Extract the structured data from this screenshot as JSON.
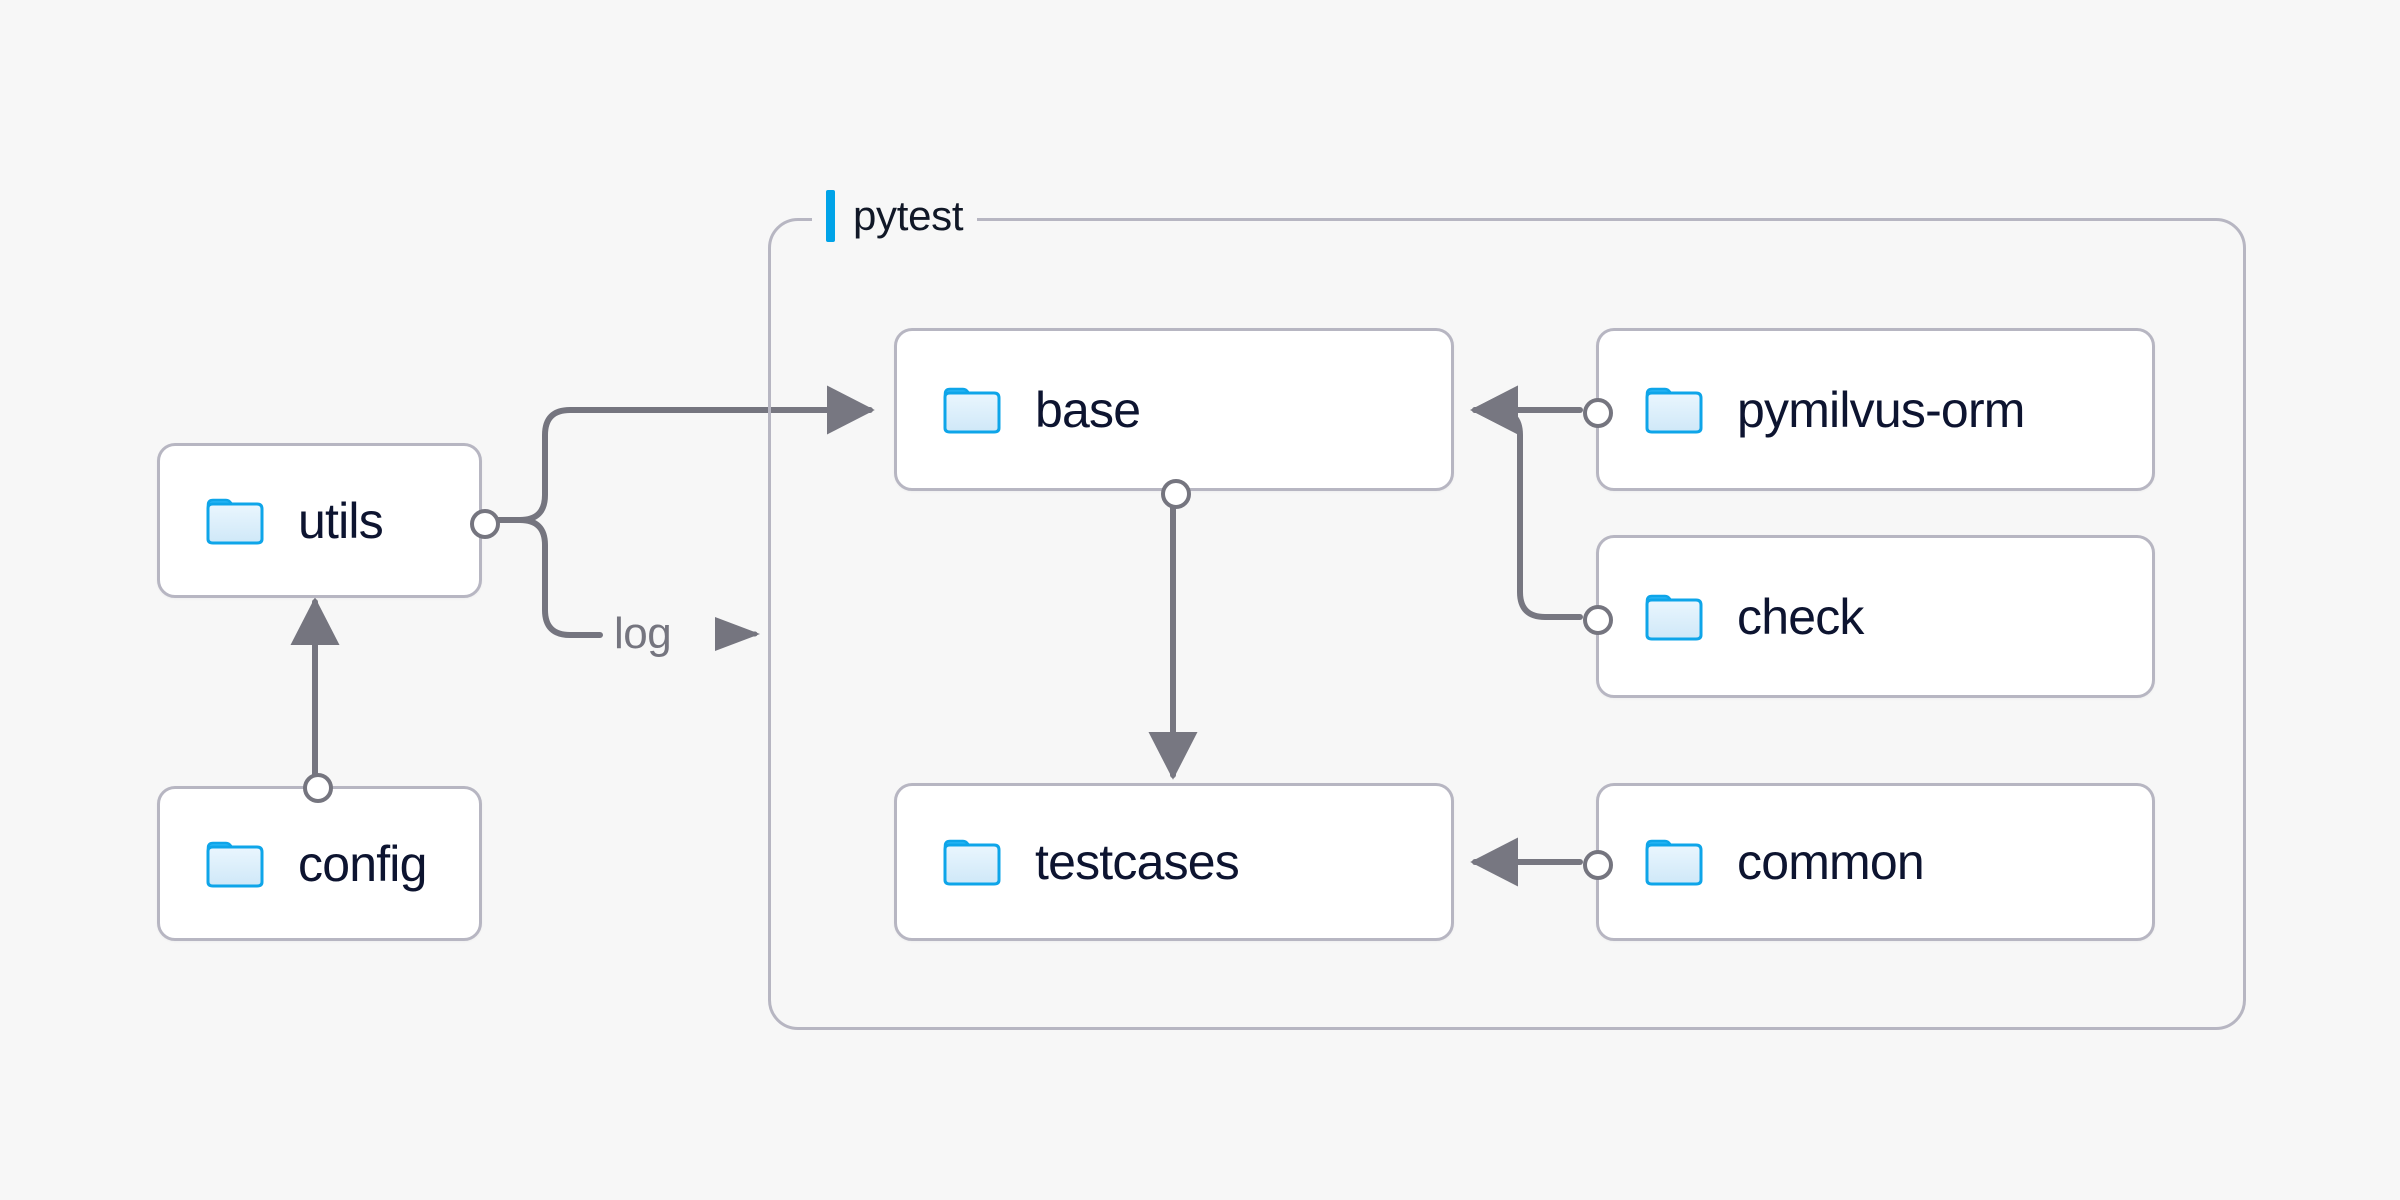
{
  "diagram": {
    "type": "architecture-flow",
    "background_color": "#f7f7f7",
    "accent_color": "#00a3e8",
    "edge_color": "#75757f",
    "node_border_color": "#b7b6c2",
    "label_color": "#0d1430"
  },
  "group": {
    "title": "pytest",
    "icon": "accent-bar-icon"
  },
  "nodes": [
    {
      "id": "utils",
      "label": "utils",
      "icon": "folder-icon"
    },
    {
      "id": "config",
      "label": "config",
      "icon": "folder-icon"
    },
    {
      "id": "base",
      "label": "base",
      "icon": "folder-icon"
    },
    {
      "id": "testcases",
      "label": "testcases",
      "icon": "folder-icon"
    },
    {
      "id": "pymilvus-orm",
      "label": "pymilvus-orm",
      "icon": "folder-icon"
    },
    {
      "id": "check",
      "label": "check",
      "icon": "folder-icon"
    },
    {
      "id": "common",
      "label": "common",
      "icon": "folder-icon"
    }
  ],
  "edges": [
    {
      "id": "utils-to-base",
      "from": "utils",
      "to": "base",
      "label": ""
    },
    {
      "id": "utils-to-log",
      "from": "utils",
      "to": "log",
      "label": "log"
    },
    {
      "id": "config-to-utils",
      "from": "config",
      "to": "utils",
      "label": ""
    },
    {
      "id": "base-to-testcases",
      "from": "base",
      "to": "testcases",
      "label": ""
    },
    {
      "id": "pymilvus-orm-to-base",
      "from": "pymilvus-orm",
      "to": "base",
      "label": ""
    },
    {
      "id": "check-to-base",
      "from": "check",
      "to": "base",
      "label": ""
    },
    {
      "id": "common-to-testcases",
      "from": "common",
      "to": "testcases",
      "label": ""
    }
  ]
}
